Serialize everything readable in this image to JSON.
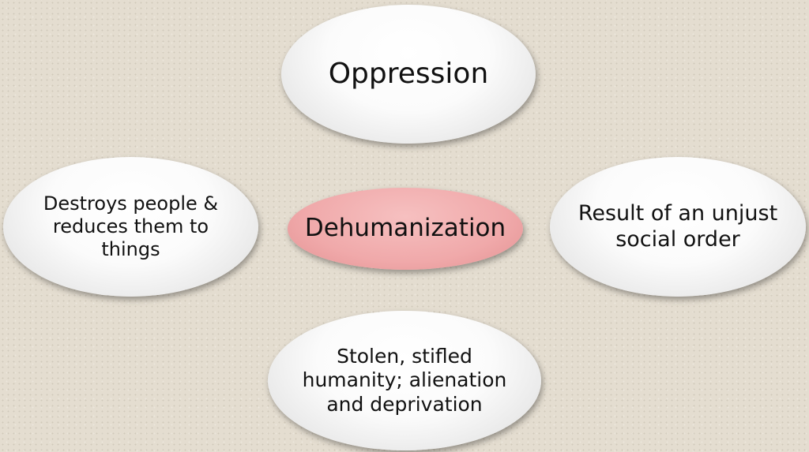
{
  "diagram": {
    "center": "Dehumanization",
    "top": "Oppression",
    "left": "Destroys people & reduces them to things",
    "right": "Result of an unjust social order",
    "bottom": "Stolen, stifled humanity; alienation and deprivation"
  },
  "colors": {
    "center_fill": "#f0a9aa",
    "node_fill": "#ffffff",
    "background": "#e4ddd0"
  }
}
